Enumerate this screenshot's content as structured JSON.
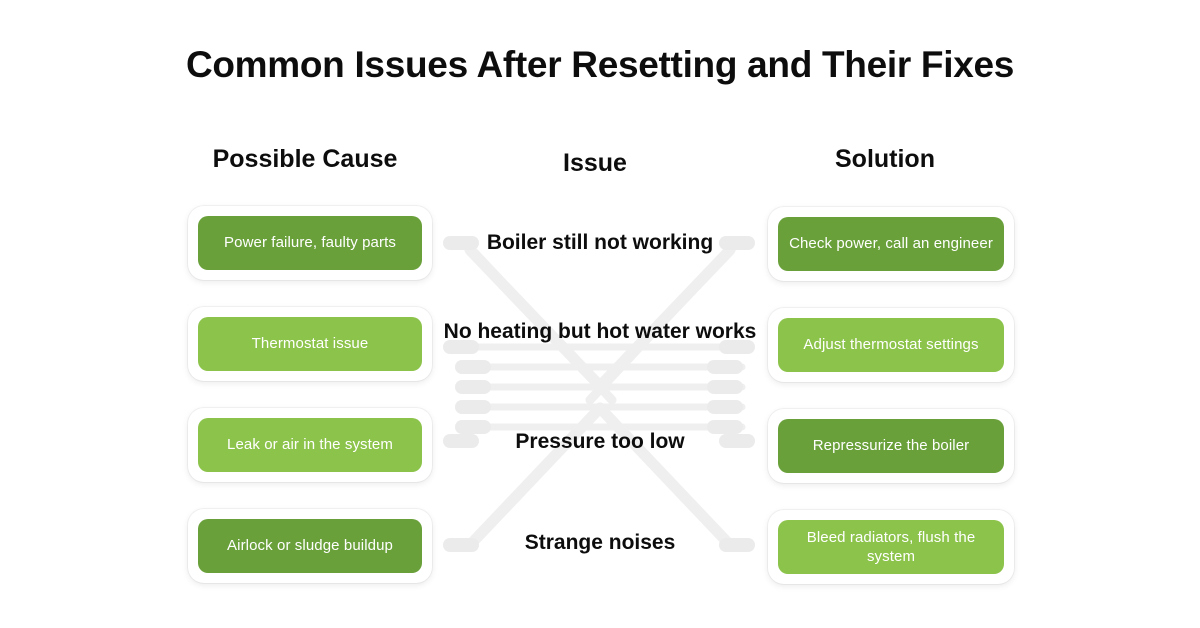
{
  "title": "Common Issues After Resetting and Their Fixes",
  "headers": {
    "cause": "Possible Cause",
    "issue": "Issue",
    "solution": "Solution"
  },
  "colors": {
    "green_dark": "#69a03a",
    "green_light": "#8cc34a",
    "connector": "#eeeeee",
    "background": "#ffffff",
    "text_dark": "#0d0d0d",
    "chip_text": "#ffffff"
  },
  "rows": [
    {
      "cause": "Power failure, faulty parts",
      "cause_shade": "dark",
      "issue": "Boiler still not working",
      "solution": "Check power, call an engineer",
      "solution_shade": "dark"
    },
    {
      "cause": "Thermostat issue",
      "cause_shade": "light",
      "issue": "No heating but hot water works",
      "solution": "Adjust thermostat settings",
      "solution_shade": "light"
    },
    {
      "cause": "Leak or air in the system",
      "cause_shade": "light",
      "issue": "Pressure too low",
      "solution": "Repressurize the boiler",
      "solution_shade": "dark"
    },
    {
      "cause": "Airlock or sludge buildup",
      "cause_shade": "dark",
      "issue": "Strange noises",
      "solution": "Bleed radiators, flush the system",
      "solution_shade": "light"
    }
  ]
}
